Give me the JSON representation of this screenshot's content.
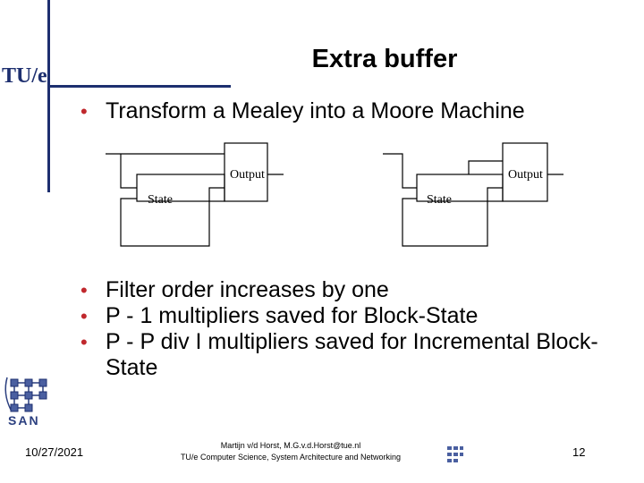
{
  "slide": {
    "title": "Extra buffer",
    "logo_text": "TU/e",
    "intro_bullet": "Transform a Mealey into a Moore Machine",
    "bullets": [
      "Filter order increases by one",
      "P - 1 multipliers saved for Block-State",
      "P - P div I multipliers saved for Incremental Block-State"
    ]
  },
  "diagram": {
    "left": {
      "output_label": "Output",
      "state_label": "State"
    },
    "right": {
      "output_label": "Output",
      "state_label": "State"
    }
  },
  "branding": {
    "san_label": "SAN"
  },
  "footer": {
    "date": "10/27/2021",
    "author": "Martijn v/d Horst, M.G.v.d.Horst@tue.nl",
    "department": "TU/e Computer Science, System Architecture and Networking",
    "page_number": "12"
  },
  "colors": {
    "accent": "#1d2f6f",
    "bullet": "#c0282d"
  }
}
